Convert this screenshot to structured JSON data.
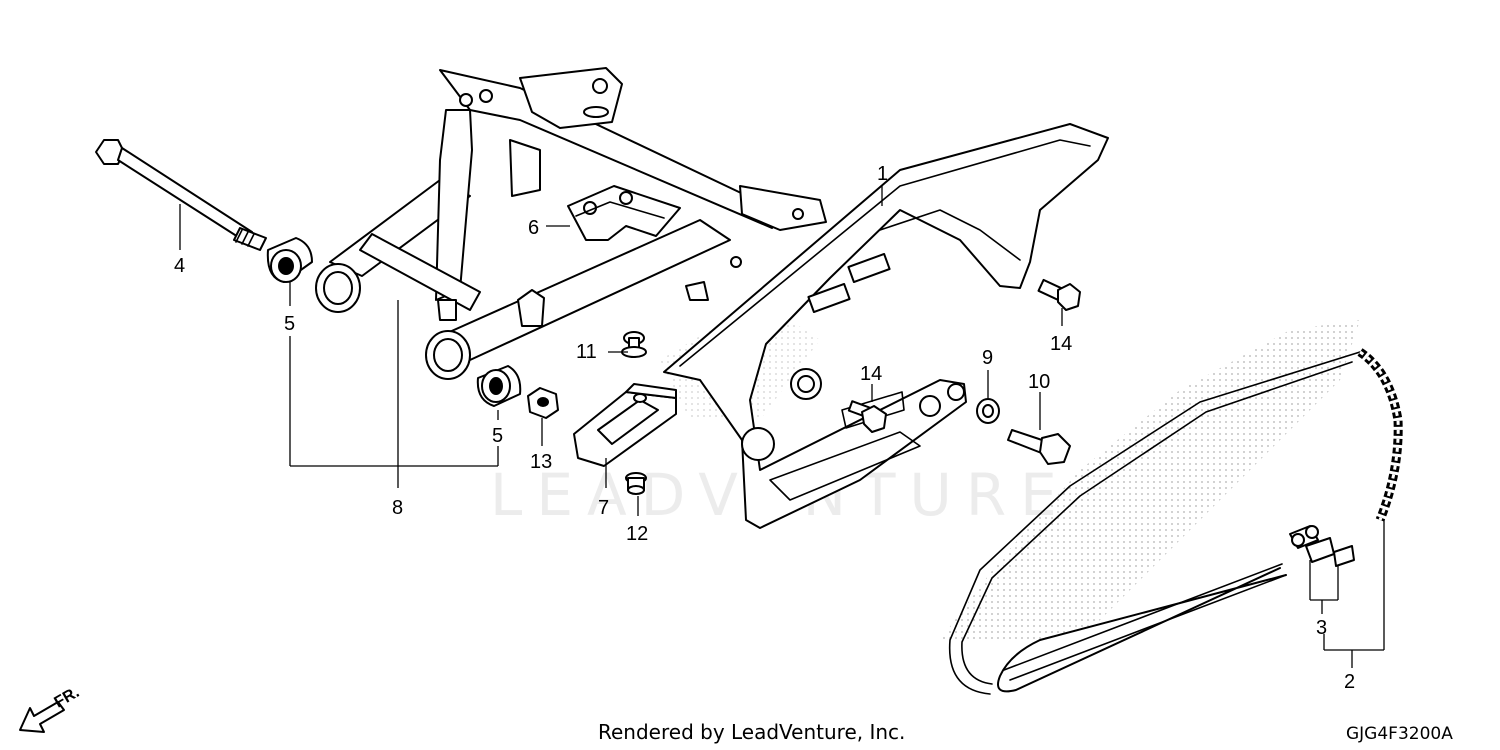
{
  "watermark": "LEADVENTURE",
  "callouts": {
    "c1": "1",
    "c2": "2",
    "c3": "3",
    "c4": "4",
    "c5a": "5",
    "c5b": "5",
    "c6": "6",
    "c7": "7",
    "c8": "8",
    "c9": "9",
    "c10": "10",
    "c11": "11",
    "c12": "12",
    "c13": "13",
    "c14a": "14",
    "c14b": "14"
  },
  "front_indicator": "FR.",
  "footer": {
    "credit": "Rendered by LeadVenture, Inc.",
    "diagram_code": "GJG4F3200A"
  }
}
